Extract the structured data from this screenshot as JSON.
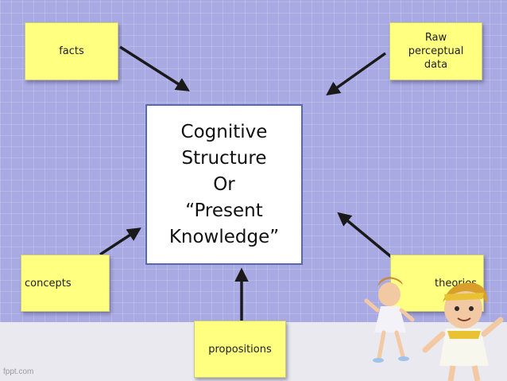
{
  "diagram": {
    "center": "Cognitive\nStructure\nOr\n“Present\nKnowledge”",
    "nodes": {
      "facts": "facts",
      "raw_perceptual_data": "Raw\nperceptual\ndata",
      "concepts": "concepts",
      "theories": "theories",
      "propositions": "propositions"
    },
    "edges": [
      {
        "from": "facts",
        "to": "center"
      },
      {
        "from": "raw_perceptual_data",
        "to": "center"
      },
      {
        "from": "concepts",
        "to": "center"
      },
      {
        "from": "theories",
        "to": "center"
      },
      {
        "from": "propositions",
        "to": "center"
      }
    ]
  },
  "watermark": "fppt.com",
  "colors": {
    "background": "#a9a9e3",
    "node_fill": "#ffff80",
    "center_border": "#5569b0",
    "arrow": "#1a1a1a"
  }
}
